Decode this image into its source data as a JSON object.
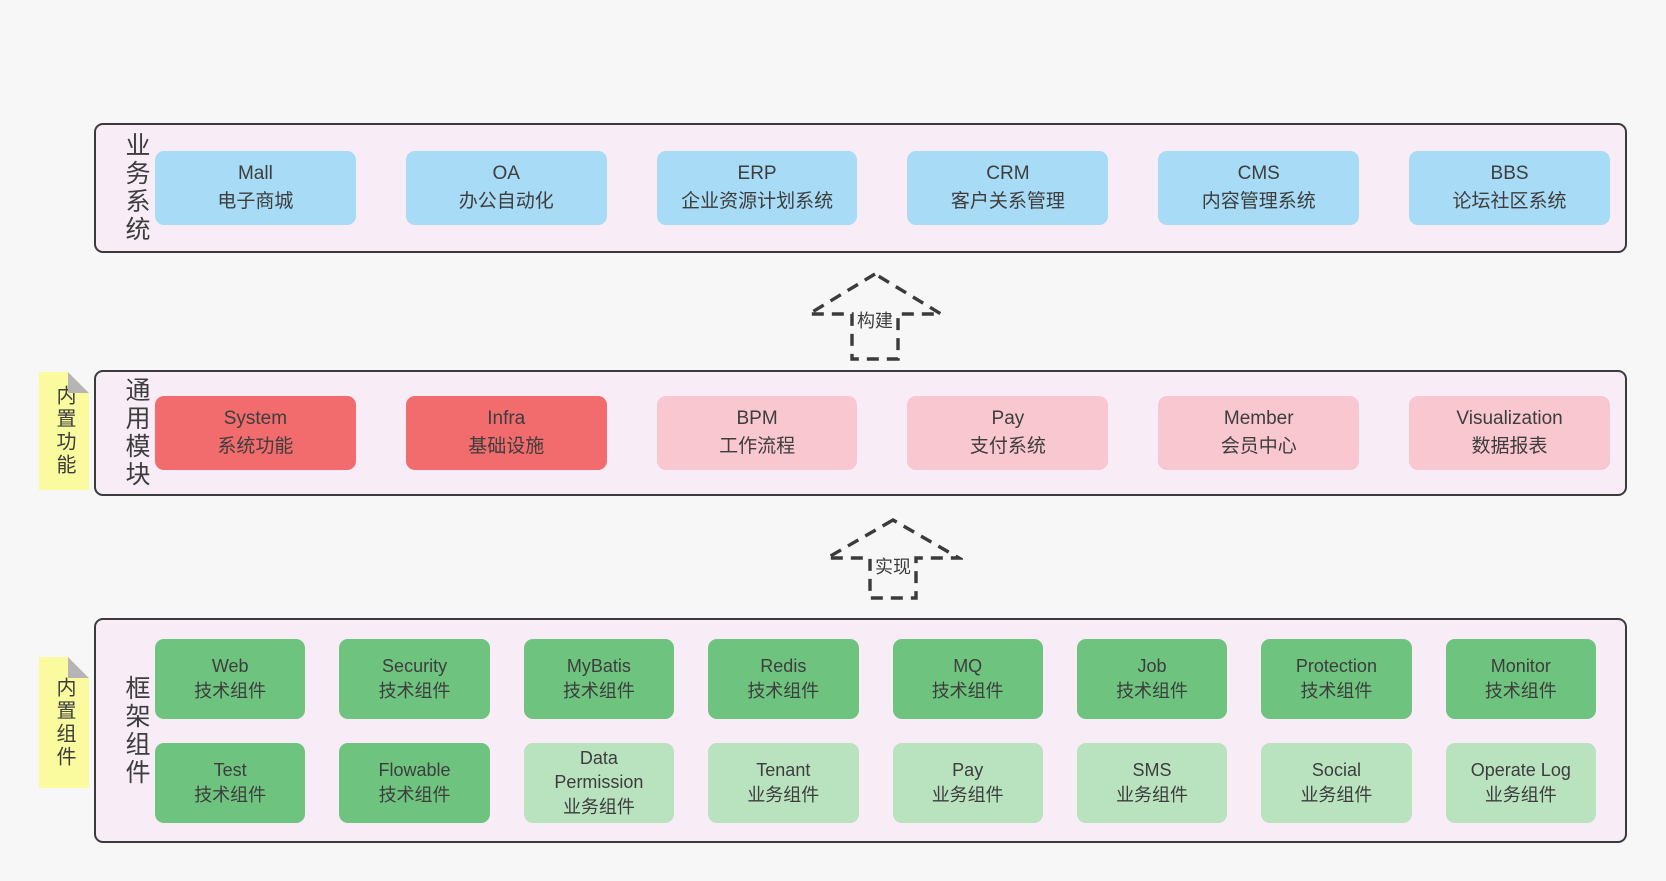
{
  "palette": {
    "page_bg": "#f7f7f7",
    "panel_bg": "#f8edf6",
    "panel_border": "#3b3b3b",
    "blue": "#a8dbf5",
    "red": "#f26c6d",
    "pink": "#f9c7cf",
    "green": "#6ec47f",
    "light_green": "#b9e2bf",
    "sticky_yellow": "#fafb9e",
    "fold_gray": "#b5b5b5",
    "text": "#3d3d3d"
  },
  "arrows": [
    {
      "label": "构建"
    },
    {
      "label": "实现"
    }
  ],
  "panels": {
    "business": {
      "label": "业务系统",
      "boxes": [
        {
          "en": "Mall",
          "zh": "电子商城"
        },
        {
          "en": "OA",
          "zh": "办公自动化"
        },
        {
          "en": "ERP",
          "zh": "企业资源计划系统"
        },
        {
          "en": "CRM",
          "zh": "客户关系管理"
        },
        {
          "en": "CMS",
          "zh": "内容管理系统"
        },
        {
          "en": "BBS",
          "zh": "论坛社区系统"
        }
      ]
    },
    "modules": {
      "label": "通用模块",
      "sticky": "内置功能",
      "boxes": [
        {
          "en": "System",
          "zh": "系统功能",
          "variant": "red"
        },
        {
          "en": "Infra",
          "zh": "基础设施",
          "variant": "red"
        },
        {
          "en": "BPM",
          "zh": "工作流程",
          "variant": "pink"
        },
        {
          "en": "Pay",
          "zh": "支付系统",
          "variant": "pink"
        },
        {
          "en": "Member",
          "zh": "会员中心",
          "variant": "pink"
        },
        {
          "en": "Visualization",
          "zh": "数据报表",
          "variant": "pink"
        }
      ]
    },
    "components": {
      "label": "框架组件",
      "sticky": "内置组件",
      "rows": [
        [
          {
            "en": "Web",
            "zh": "技术组件",
            "variant": "green"
          },
          {
            "en": "Security",
            "zh": "技术组件",
            "variant": "green"
          },
          {
            "en": "MyBatis",
            "zh": "技术组件",
            "variant": "green"
          },
          {
            "en": "Redis",
            "zh": "技术组件",
            "variant": "green"
          },
          {
            "en": "MQ",
            "zh": "技术组件",
            "variant": "green"
          },
          {
            "en": "Job",
            "zh": "技术组件",
            "variant": "green"
          },
          {
            "en": "Protection",
            "zh": "技术组件",
            "variant": "green"
          },
          {
            "en": "Monitor",
            "zh": "技术组件",
            "variant": "green"
          }
        ],
        [
          {
            "en": "Test",
            "zh": "技术组件",
            "variant": "green"
          },
          {
            "en": "Flowable",
            "zh": "技术组件",
            "variant": "green"
          },
          {
            "en": "Data Permission",
            "zh": "业务组件",
            "variant": "lightgreen"
          },
          {
            "en": "Tenant",
            "zh": "业务组件",
            "variant": "lightgreen"
          },
          {
            "en": "Pay",
            "zh": "业务组件",
            "variant": "lightgreen"
          },
          {
            "en": "SMS",
            "zh": "业务组件",
            "variant": "lightgreen"
          },
          {
            "en": "Social",
            "zh": "业务组件",
            "variant": "lightgreen"
          },
          {
            "en": "Operate Log",
            "zh": "业务组件",
            "variant": "lightgreen"
          }
        ]
      ]
    }
  }
}
